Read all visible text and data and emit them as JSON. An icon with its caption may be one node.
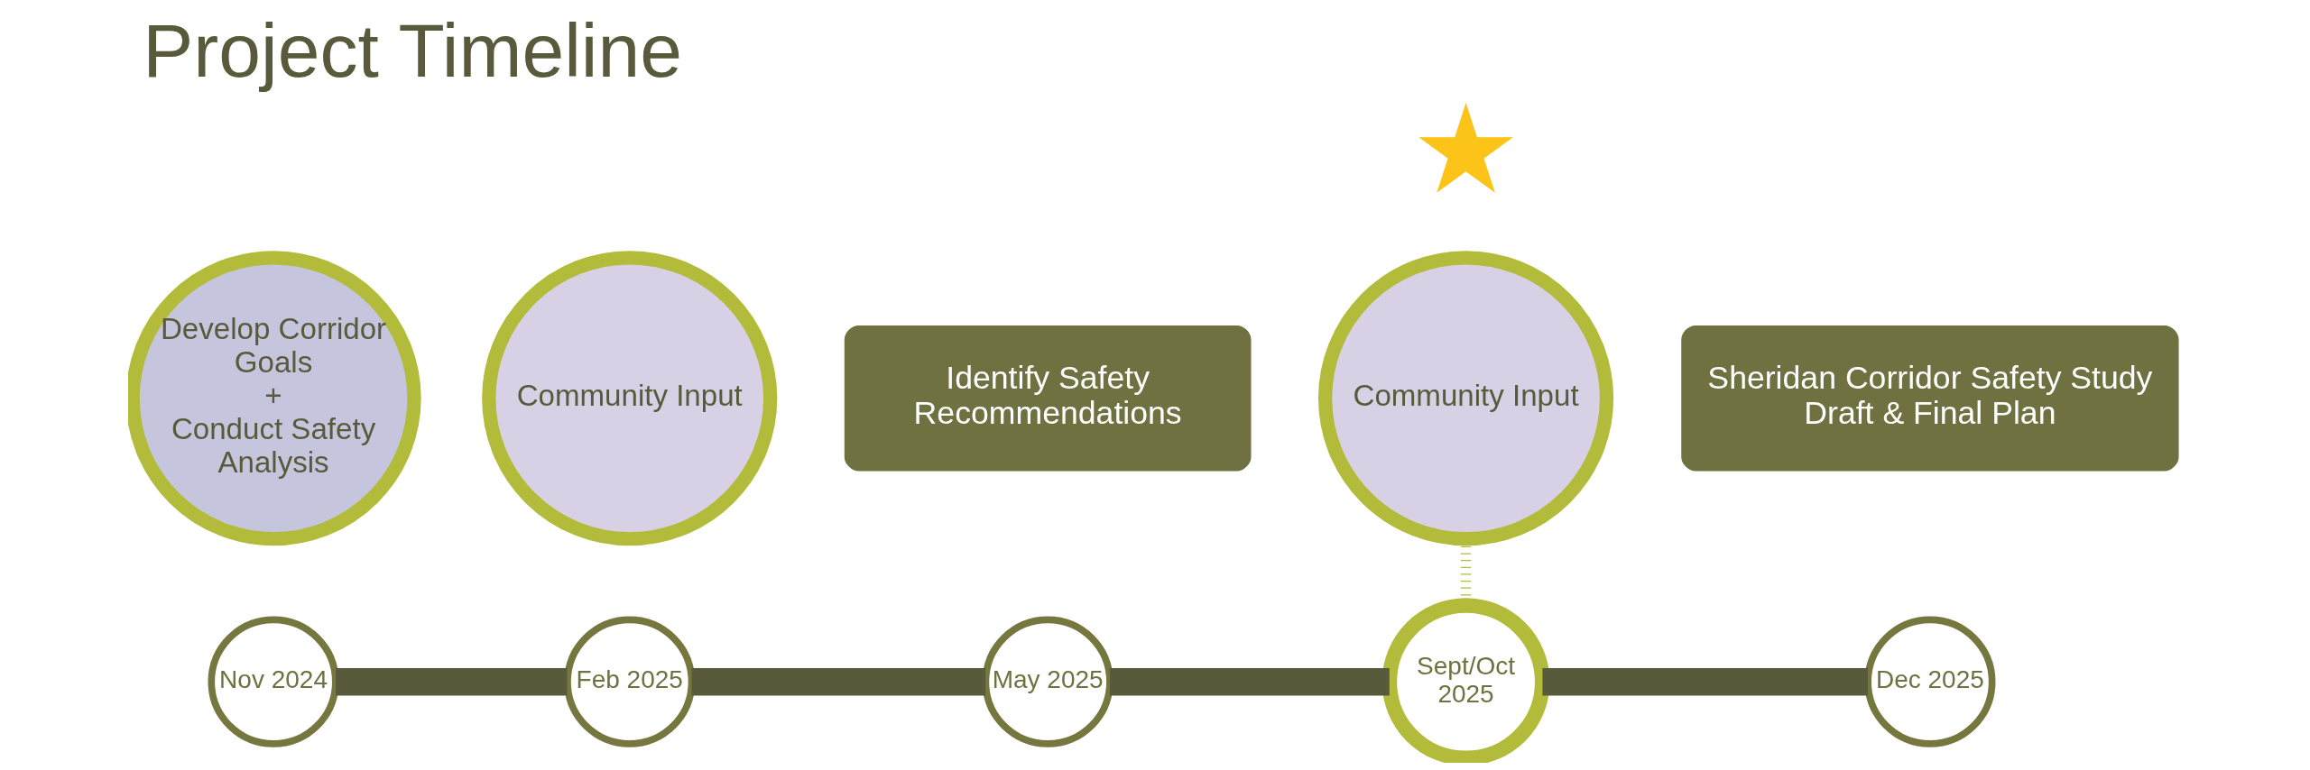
{
  "diagram": {
    "title": "Project Timeline",
    "nodes": [
      {
        "text": [],
        "shape": "star"
      },
      {
        "text": [
          "Develop Corridor Goals",
          "+",
          "Conduct Safety Analysis"
        ]
      },
      {
        "text": [
          "Community Input"
        ]
      },
      {
        "text": [
          "Identify Safety Recommendations"
        ]
      },
      {
        "text": [
          "Community Input"
        ]
      },
      {
        "text": [
          "Sheridan Corridor Safety Study Draft & Final Plan"
        ]
      },
      {
        "text": [
          "Nov 2024"
        ]
      },
      {
        "text": [
          "Feb 2025"
        ]
      },
      {
        "text": [
          "May 2025"
        ]
      },
      {
        "text": [
          "Sept/Oct 2025"
        ]
      },
      {
        "text": [
          "Dec 2025"
        ]
      }
    ],
    "edges": [
      {
        "from": 6,
        "to": 7,
        "arrow": "none"
      },
      {
        "from": 7,
        "to": 8,
        "arrow": "none"
      },
      {
        "from": 8,
        "to": 9,
        "arrow": "none"
      },
      {
        "from": 9,
        "to": 10,
        "arrow": "none"
      },
      {
        "from": 4,
        "to": 9,
        "arrow": "none",
        "style": "dashed",
        "color": "#b3bc3a"
      }
    ]
  }
}
